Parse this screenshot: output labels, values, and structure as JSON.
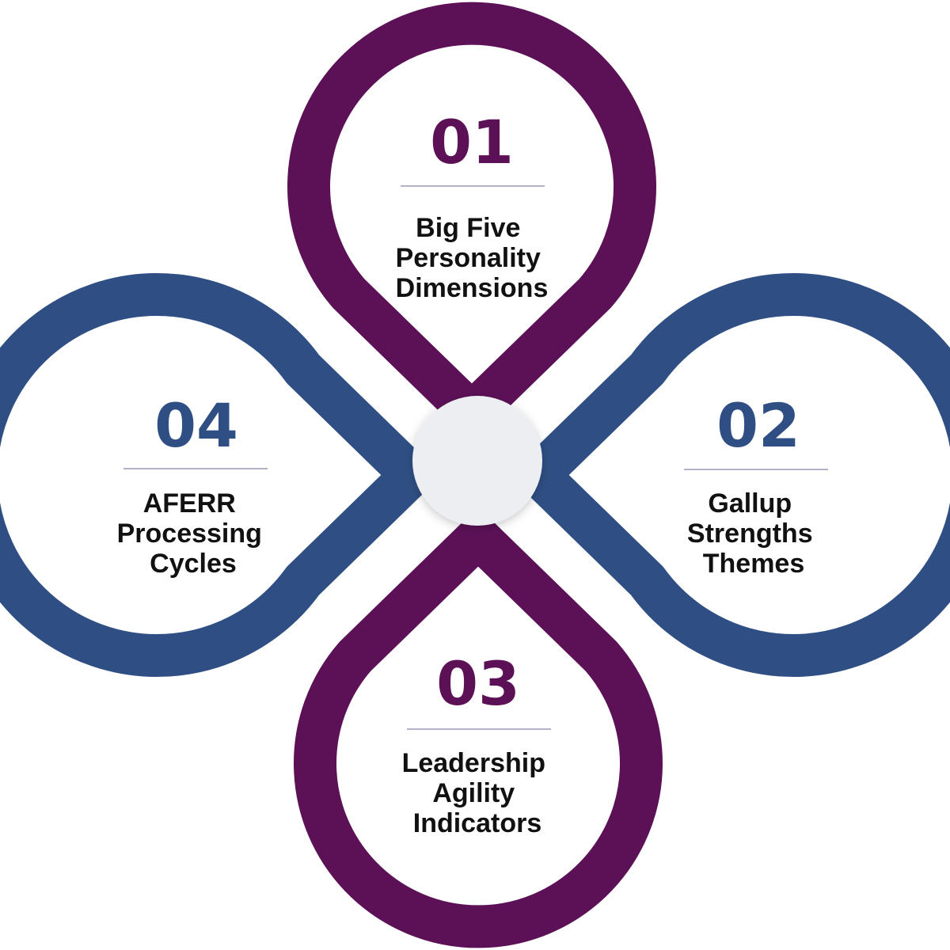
{
  "colors": {
    "purple": "#5c1157",
    "blue": "#2f4f84",
    "divider": "#b3b0c8",
    "center": "#eceef2",
    "text": "#111111"
  },
  "petals": [
    {
      "id": "01",
      "number": "01",
      "direction": "top",
      "color": "purple",
      "label_lines": [
        "Big Five",
        "Personality",
        "Dimensions"
      ]
    },
    {
      "id": "02",
      "number": "02",
      "direction": "right",
      "color": "blue",
      "label_lines": [
        "Gallup",
        "Strengths",
        "Themes"
      ]
    },
    {
      "id": "03",
      "number": "03",
      "direction": "bottom",
      "color": "purple",
      "label_lines": [
        "Leadership",
        "Agility",
        "Indicators"
      ]
    },
    {
      "id": "04",
      "number": "04",
      "direction": "left",
      "color": "blue",
      "label_lines": [
        "AFERR",
        "Processing",
        "Cycles"
      ]
    }
  ]
}
